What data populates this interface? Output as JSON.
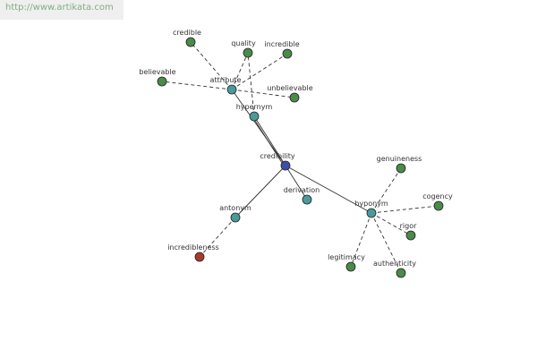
{
  "watermark": {
    "url_text": "http://www.artikata.com"
  },
  "colors": {
    "center": "#3a4fa8",
    "relation": "#4a9a9a",
    "synonym": "#4a8a4a",
    "antonym_word": "#a83a2a",
    "edge": "#333333",
    "label": "#333333",
    "url_text": "#7fae7f"
  },
  "graph": {
    "center": "credibility",
    "relations": [
      "attribute",
      "hypernym",
      "derivation",
      "antonym",
      "hyponym"
    ],
    "words": [
      "credible",
      "quality",
      "incredible",
      "believable",
      "unbelievable",
      "genuineness",
      "cogency",
      "rigor",
      "legitimacy",
      "authenticity",
      "incredibleness"
    ],
    "edges": [
      [
        "credibility",
        "hypernym",
        "solid"
      ],
      [
        "credibility",
        "attribute",
        "solid"
      ],
      [
        "credibility",
        "derivation",
        "solid"
      ],
      [
        "credibility",
        "antonym",
        "solid"
      ],
      [
        "credibility",
        "hyponym",
        "solid"
      ],
      [
        "attribute",
        "credible",
        "dashed"
      ],
      [
        "attribute",
        "quality",
        "dashed"
      ],
      [
        "attribute",
        "incredible",
        "dashed"
      ],
      [
        "attribute",
        "believable",
        "dashed"
      ],
      [
        "attribute",
        "unbelievable",
        "dashed"
      ],
      [
        "hypernym",
        "quality",
        "dashed"
      ],
      [
        "antonym",
        "incredibleness",
        "dashed"
      ],
      [
        "hyponym",
        "genuineness",
        "dashed"
      ],
      [
        "hyponym",
        "cogency",
        "dashed"
      ],
      [
        "hyponym",
        "rigor",
        "dashed"
      ],
      [
        "hyponym",
        "legitimacy",
        "dashed"
      ],
      [
        "hyponym",
        "authenticity",
        "dashed"
      ]
    ]
  }
}
